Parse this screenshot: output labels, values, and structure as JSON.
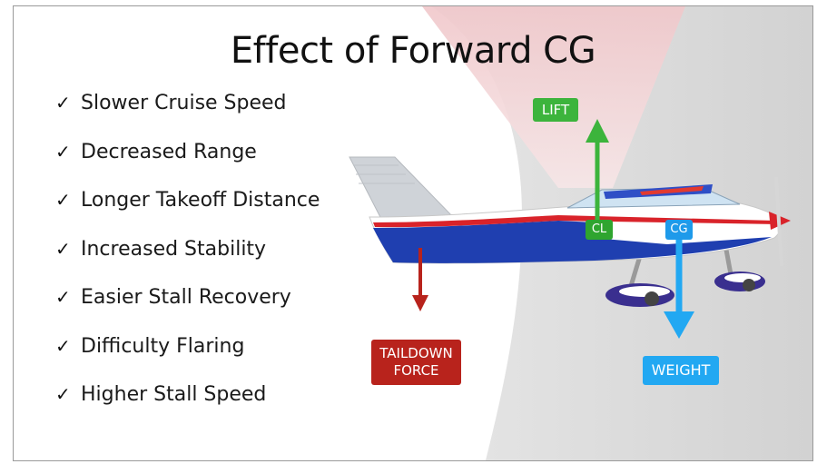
{
  "title": "Effect of Forward CG",
  "checklist": {
    "mark": "✓",
    "items": [
      "Slower Cruise Speed",
      "Decreased Range",
      "Longer Takeoff Distance",
      "Increased Stability",
      "Easier Stall Recovery",
      "Difficulty Flaring",
      "Higher Stall Speed"
    ]
  },
  "labels": {
    "lift": "LIFT",
    "cl": "CL",
    "cg": "CG",
    "weight": "WEIGHT",
    "taildown_line1": "TAILDOWN",
    "taildown_line2": "FORCE"
  },
  "colors": {
    "lift": "#3cb43c",
    "weight": "#22a8f2",
    "taildown": "#b8231c",
    "fuselage_blue": "#1f3fb0",
    "stripe_red": "#d9232a",
    "background_gray": "#dcdcdc",
    "background_pink": "#f2d4d6"
  }
}
